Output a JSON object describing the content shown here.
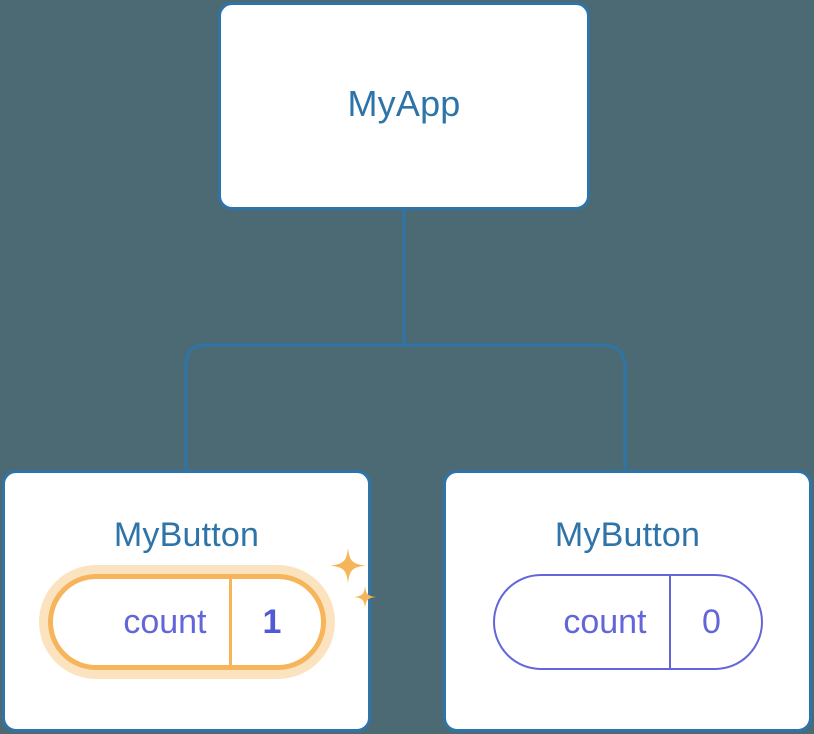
{
  "diagram": {
    "type": "component-tree",
    "background_color": "#4c6a74",
    "node_border_color": "#2e74a8",
    "node_title_color": "#2e74a8",
    "connector_color": "#2e74a8",
    "prop_color": "#6366d8",
    "highlight_color": "#f6b55a",
    "highlight_glow_color": "#fbdbab",
    "highlight_value_color": "#5159d6"
  },
  "root": {
    "title": "MyApp"
  },
  "children": [
    {
      "title": "MyButton",
      "prop_key": "count",
      "prop_value": "1",
      "highlighted": true,
      "sparkle_large": "sparkle-icon",
      "sparkle_small": "sparkle-icon"
    },
    {
      "title": "MyButton",
      "prop_key": "count",
      "prop_value": "0",
      "highlighted": false
    }
  ]
}
